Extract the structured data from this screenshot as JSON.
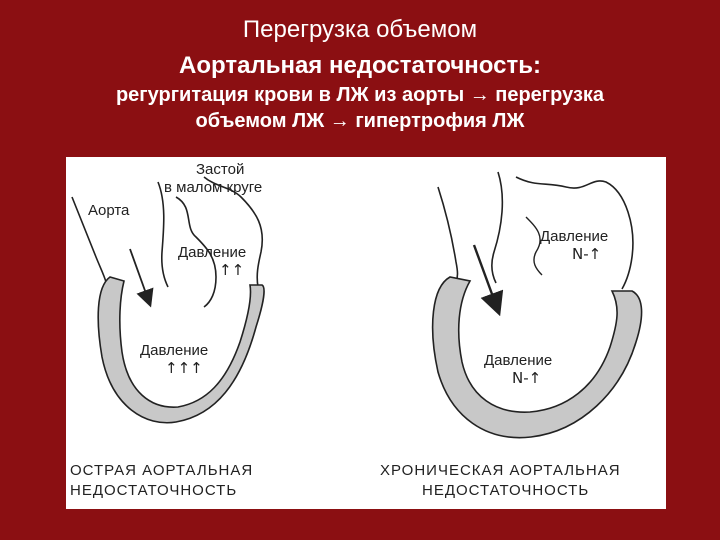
{
  "slide": {
    "title": "Перегрузка объемом",
    "subtitle": "Аортальная недостаточность:",
    "description_line1": "регургитация крови в ЛЖ из аорты → перегрузка",
    "description_line2": "объемом ЛЖ → гипертрофия ЛЖ"
  },
  "left_heart": {
    "label_aorta": "Аорта",
    "label_congestion_1": "Застой",
    "label_congestion_2": "в малом круге",
    "label_pressure_atrium": "Давление",
    "arrows_atrium": "↑↑",
    "label_pressure_ventricle": "Давление",
    "arrows_ventricle": "↑↑↑",
    "caption_line1": "ОСТРАЯ АОРТАЛЬНАЯ",
    "caption_line2": "НЕДОСТАТОЧНОСТЬ"
  },
  "right_heart": {
    "label_pressure_atrium": "Давление",
    "value_atrium": "N-↑",
    "label_pressure_ventricle": "Давление",
    "value_ventricle": "N-↑",
    "caption_line1": "ХРОНИЧЕСКАЯ АОРТАЛЬНАЯ",
    "caption_line2": "НЕДОСТАТОЧНОСТЬ"
  }
}
